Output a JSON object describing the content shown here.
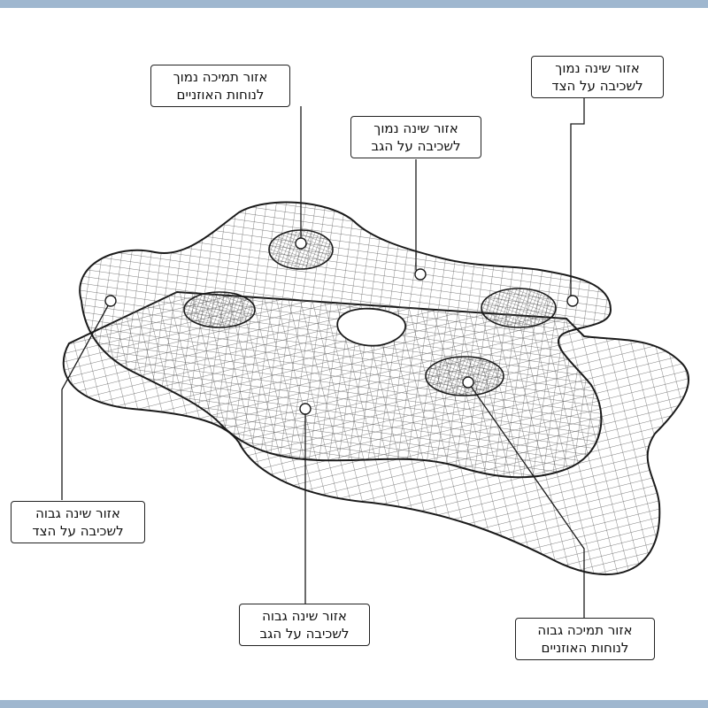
{
  "colors": {
    "frame": "#9fb7cf",
    "line": "#1a1a1a",
    "mesh": "#555555"
  },
  "labels": {
    "top_left": {
      "line1": "אזור תמיכה נמוך",
      "line2": "לנוחות האוזניים"
    },
    "top_center": {
      "line1": "אזור שינה נמוך",
      "line2": "לשכיבה על הגב"
    },
    "top_right": {
      "line1": "אזור שינה נמוך",
      "line2": "לשכיבה על הצד"
    },
    "left": {
      "line1": "אזור שינה גבוה",
      "line2": "לשכיבה על הצד"
    },
    "bottom_center": {
      "line1": "אזור שינה גבוה",
      "line2": "לשכיבה על הגב"
    },
    "bottom_right": {
      "line1": "אזור תמיכה גבוה",
      "line2": "לנוחות האוזניים"
    }
  }
}
